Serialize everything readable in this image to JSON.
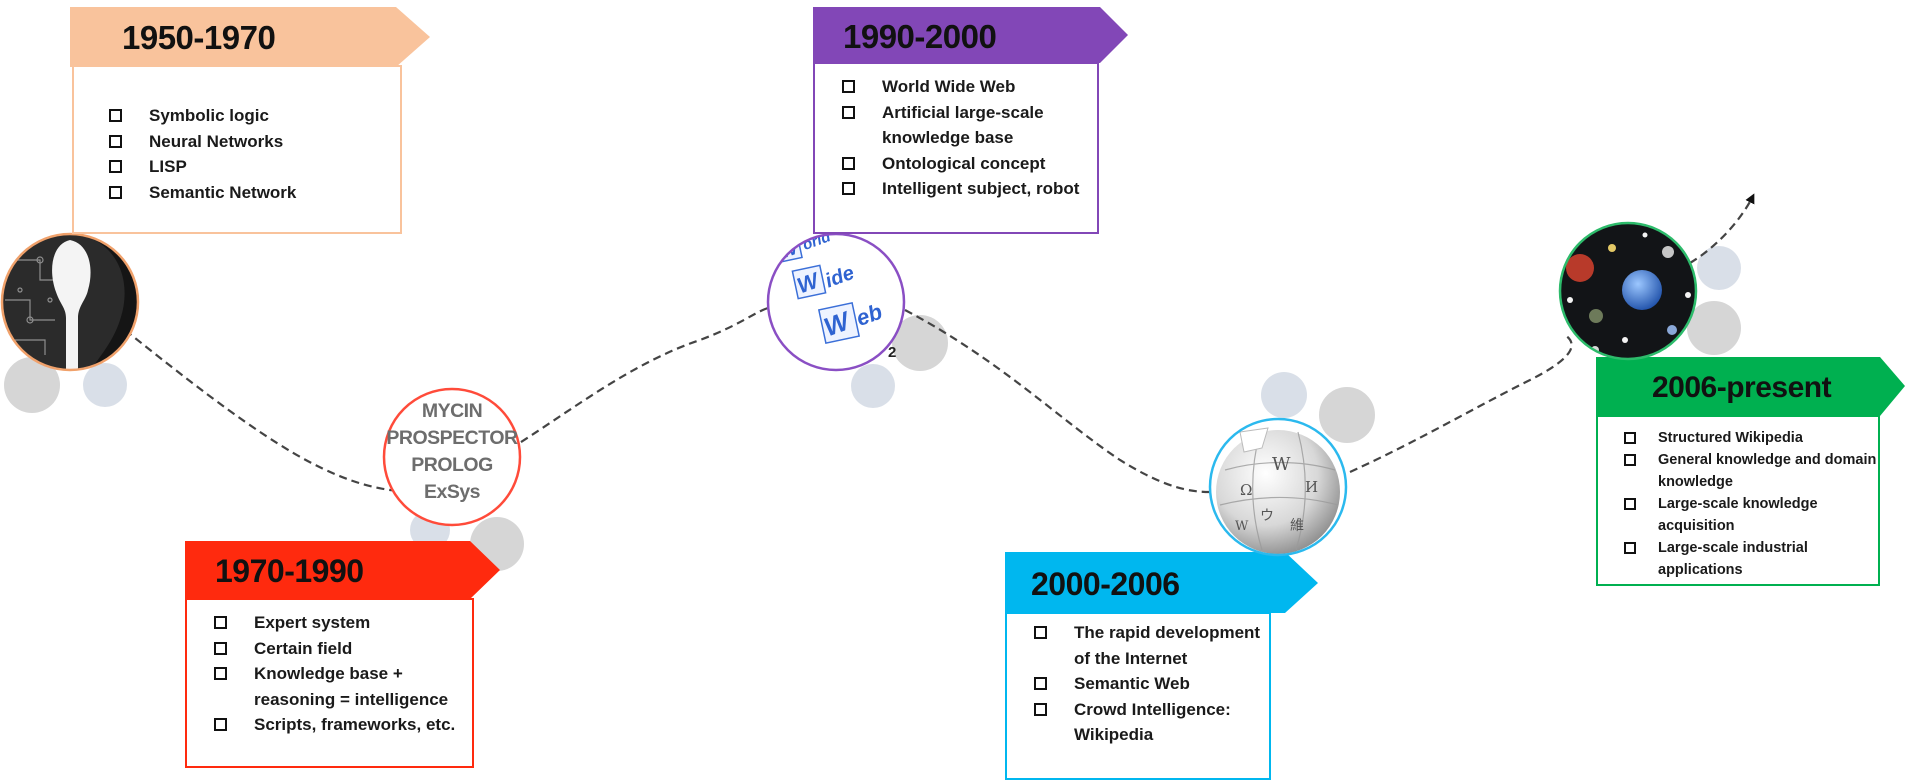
{
  "colors": {
    "p1950": "#f9c39c",
    "p1970": "#ff2a0e",
    "p1990": "#8247b7",
    "p2000": "#00b7ef",
    "p2006": "#00b050",
    "dash": "#444444",
    "halo": "#cfcfcf",
    "halo_blue": "#d5dbe6"
  },
  "periods": [
    {
      "id": "p1950",
      "label": "1950-1970",
      "items": [
        "Symbolic logic",
        "Neural Networks",
        "LISP",
        "Semantic Network"
      ]
    },
    {
      "id": "p1970",
      "label": "1970-1990",
      "items": [
        "Expert system",
        "Certain field",
        "Knowledge base + reasoning = intelligence",
        "Scripts, frameworks, etc."
      ]
    },
    {
      "id": "p1990",
      "label": "1990-2000",
      "items": [
        "World Wide Web",
        "Artificial large-scale knowledge base",
        "Ontological concept",
        "Intelligent subject, robot"
      ]
    },
    {
      "id": "p2000",
      "label": "2000-2006",
      "items": [
        "The rapid development of the Internet",
        "Semantic Web",
        "Crowd Intelligence: Wikipedia"
      ]
    },
    {
      "id": "p2006",
      "label": "2006-present",
      "items": [
        "Structured Wikipedia",
        "General knowledge and domain knowledge",
        "Large-scale knowledge acquisition",
        "Large-scale industrial applications"
      ]
    }
  ],
  "expert_systems": [
    "MYCIN",
    "PROSPECTOR",
    "PROLOG",
    "ExSys"
  ],
  "www_letters": [
    "W",
    "orld",
    "W",
    "ide",
    "W",
    "eb"
  ],
  "wikipedia_glyphs": [
    "W",
    "Ω",
    "И",
    "ウ",
    "維",
    "W"
  ],
  "stray_mark": "2"
}
